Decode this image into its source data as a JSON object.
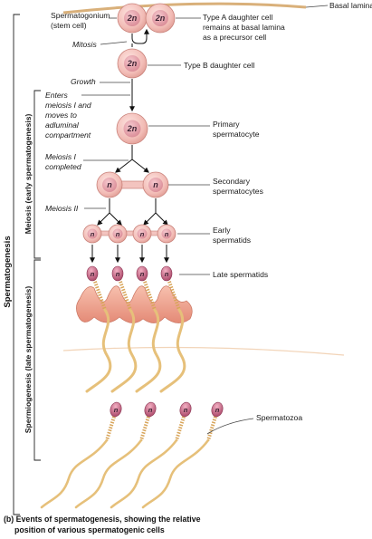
{
  "diagram": {
    "basal_lamina": "Basal lamina",
    "spermatogonium_line1": "Spermatogonium",
    "spermatogonium_line2": "(stem cell)",
    "type_a_line1": "Type A daughter cell",
    "type_a_line2": "remains at basal lamina",
    "type_a_line3": "as a precursor cell",
    "mitosis": "Mitosis",
    "type_b": "Type B daughter cell",
    "growth": "Growth",
    "enters_line1": "Enters",
    "enters_line2": "meiosis I and",
    "enters_line3": "moves to",
    "enters_line4": "adluminal",
    "enters_line5": "compartment",
    "primary_line1": "Primary",
    "primary_line2": "spermatocyte",
    "meiosis1_line1": "Meiosis I",
    "meiosis1_line2": "completed",
    "secondary_line1": "Secondary",
    "secondary_line2": "spermatocytes",
    "meiosis2": "Meiosis II",
    "early_line1": "Early",
    "early_line2": "spermatids",
    "late": "Late spermatids",
    "spermatozoa": "Spermatozoa",
    "diploid": "2n",
    "haploid": "n",
    "bracket_outer": "Spermatogenesis",
    "bracket_meiosis": "Meiosis (early spermatogenesis)",
    "bracket_spermiogenesis": "Spermiogenesis (late spermatogenesis)",
    "caption_line1": "(b)  Events of spermatogenesis, showing the relative",
    "caption_line2": "position of various spermatogenic cells"
  },
  "colors": {
    "cell_fill": "#f3c4bf",
    "cell_stroke": "#c9827a",
    "nucleus_fill": "#e7a1a8",
    "sertoli_fill": "#f0a796",
    "flagellum": "#e6c07a",
    "sperm_head": "#c2607a",
    "basal_lamina": "#d9b07a"
  }
}
